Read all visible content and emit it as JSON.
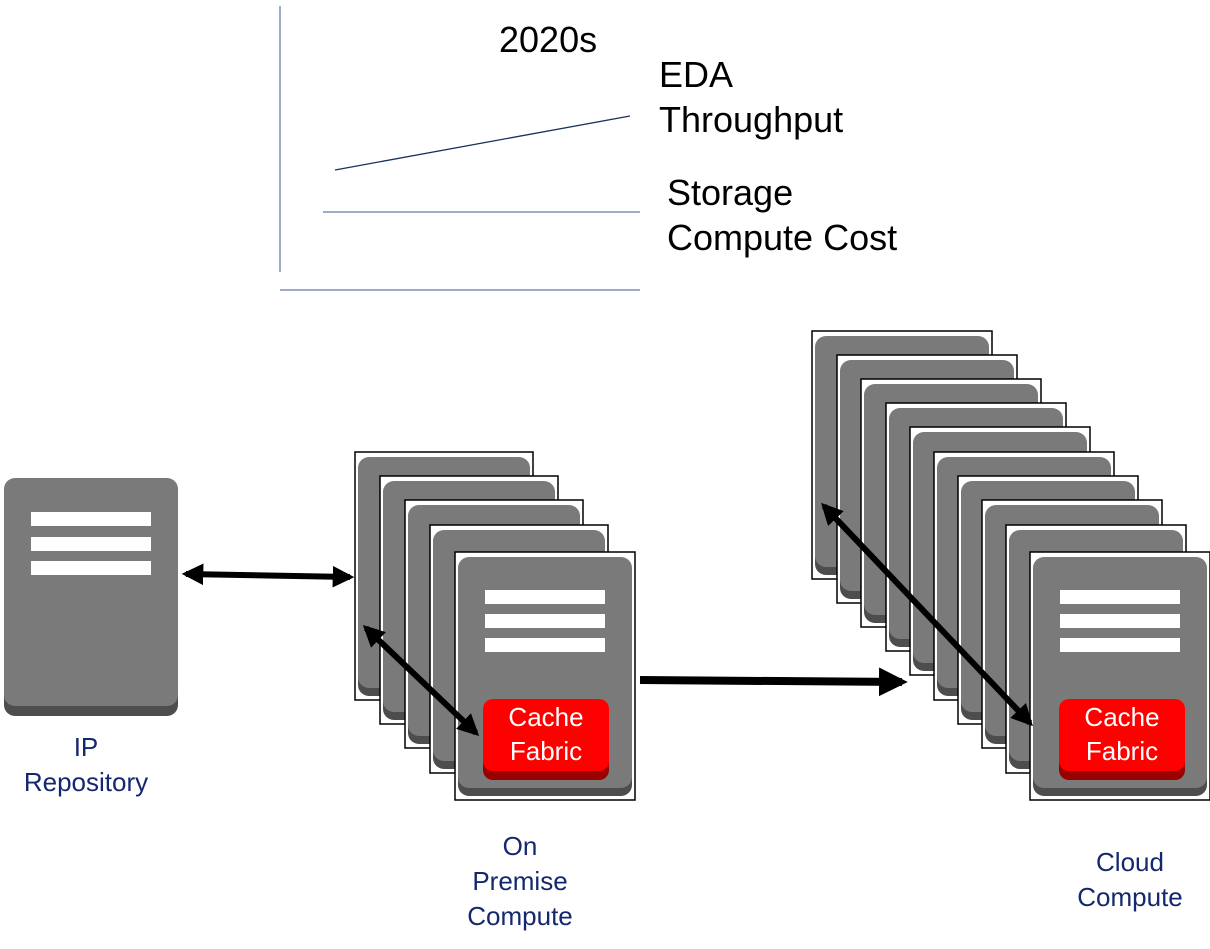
{
  "diagram": {
    "trend": {
      "period": "2020s",
      "series": [
        {
          "label": "EDA\nThroughput"
        },
        {
          "label": "Storage\nCompute Cost"
        }
      ]
    },
    "nodes": {
      "ip_repository": {
        "label": "IP\nRepository"
      },
      "on_premise": {
        "label": "On\nPremise\nCompute",
        "cache_label": "Cache\nFabric",
        "server_count": 5
      },
      "cloud": {
        "label": "Cloud\nCompute",
        "cache_label": "Cache\nFabric",
        "server_count": 10
      }
    },
    "connections": [
      {
        "from": "ip_repository",
        "to": "on_premise",
        "direction": "both"
      },
      {
        "from": "on_premise",
        "to": "cloud",
        "direction": "forward"
      },
      {
        "from": "on_premise",
        "to": "on_premise",
        "direction": "both"
      },
      {
        "from": "cloud",
        "to": "cloud",
        "direction": "both"
      }
    ],
    "colors": {
      "server": "#7a7a7a",
      "server_shadow": "#4d4d4d",
      "cache": "#ff0000",
      "trend_line": "#3d5a8c",
      "caption": "#14286e"
    }
  }
}
